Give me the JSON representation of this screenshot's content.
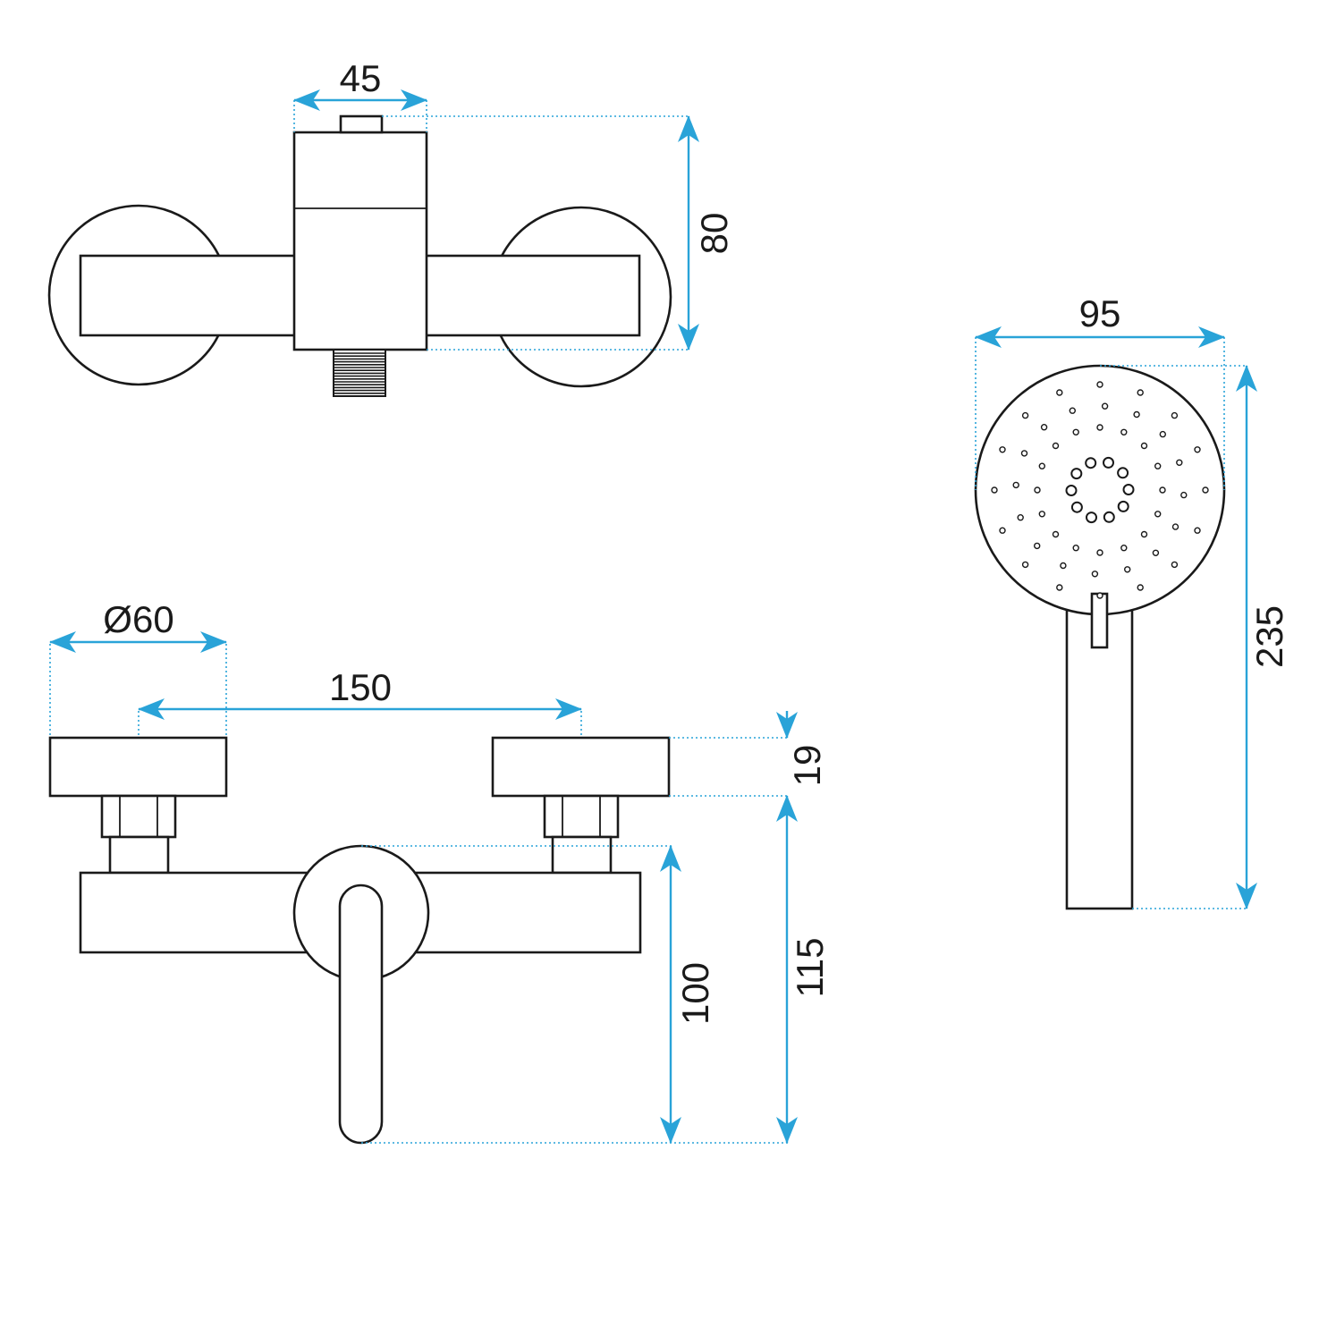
{
  "colors": {
    "outline": "#1a1a1a",
    "dimension": "#29a3d8"
  },
  "dimensions": {
    "top_body_width": "45",
    "top_body_height": "80",
    "rosette_diameter": "Ø60",
    "inlet_spacing": "150",
    "rosette_thickness": "19",
    "handle_drop": "100",
    "overall_depth": "115",
    "head_diameter": "95",
    "handset_length": "235"
  }
}
